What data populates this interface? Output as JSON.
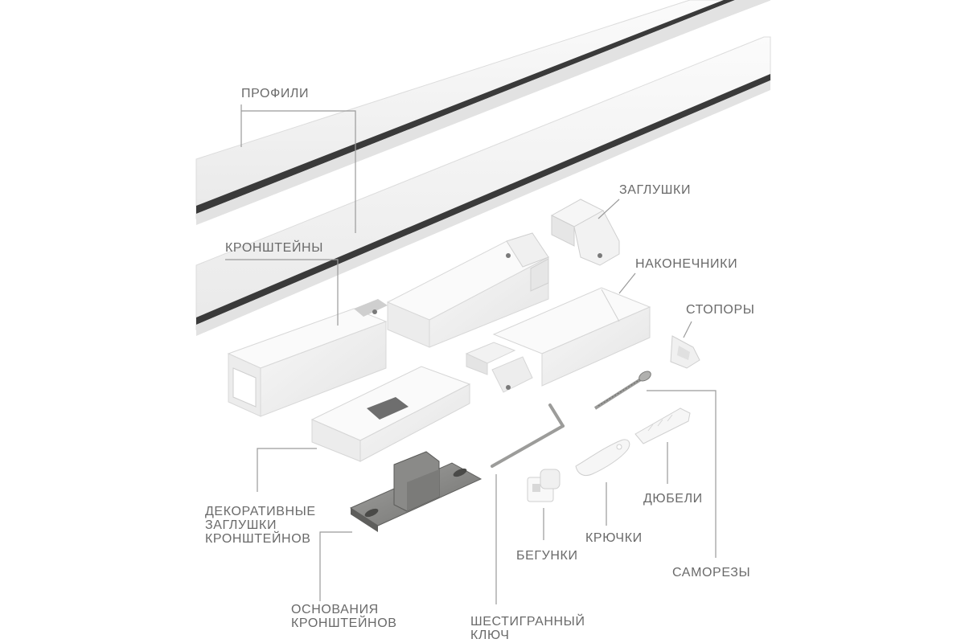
{
  "labels": {
    "profiles": "ПРОФИЛИ",
    "brackets": "КРОНШТЕЙНЫ",
    "plugs": "ЗАГЛУШКИ",
    "tips": "НАКОНЕЧНИКИ",
    "stoppers": "СТОПОРЫ",
    "decor_caps": [
      "ДЕКОРАТИВНЫЕ",
      "ЗАГЛУШКИ",
      "КРОНШТЕЙНОВ"
    ],
    "bases": [
      "ОСНОВАНИЯ",
      "КРОНШТЕЙНОВ"
    ],
    "hex_key": [
      "ШЕСТИГРАННЫЙ",
      "КЛЮЧ"
    ],
    "runners": "БЕГУНКИ",
    "hooks": "КРЮЧКИ",
    "dowels": "ДЮБЕЛИ",
    "screws": "САМОРЕЗЫ"
  },
  "colors": {
    "label_text": "#6a6a6a",
    "leader_line": "#9a9a9a",
    "part_white": "#f4f4f4",
    "part_shadow": "#d9d9d9",
    "groove": "#3a3a3a",
    "steel": "#8c8c8a"
  }
}
